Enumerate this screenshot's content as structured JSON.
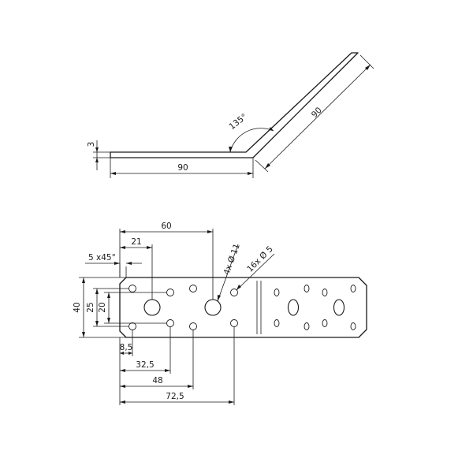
{
  "side_view": {
    "thickness": "3",
    "flat_length": "90",
    "arm_length": "90",
    "angle": "135°"
  },
  "plan_view": {
    "dim_60": "60",
    "dim_21": "21",
    "chamfer": "5 x45°",
    "height_40": "40",
    "dim_25": "25",
    "dim_20": "20",
    "dim_8_5": "8,5",
    "dim_32_5": "32,5",
    "dim_48": "48",
    "dim_72_5": "72,5",
    "large_holes": "4x Ø 11",
    "small_holes": "16x Ø 5"
  }
}
